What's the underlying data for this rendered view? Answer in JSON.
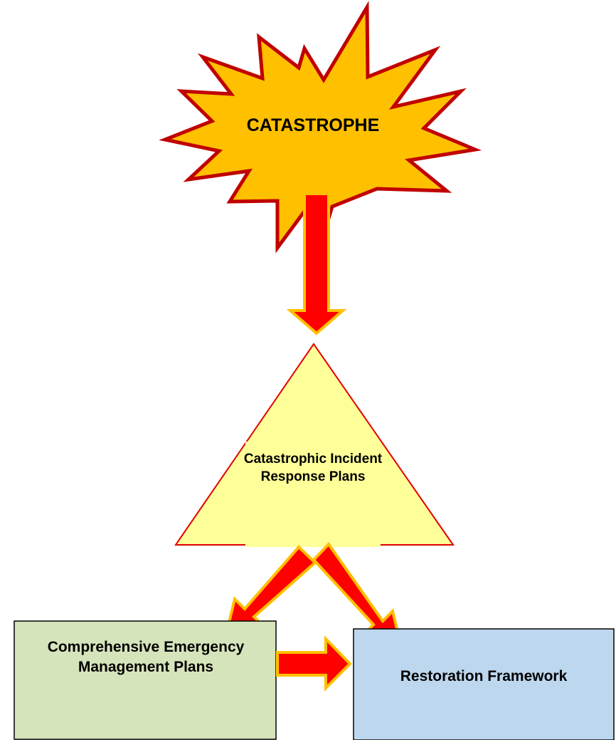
{
  "nodes": {
    "catastrophe": {
      "label": "CATASTROPHE"
    },
    "response_plans": {
      "label": "Catastrophic Incident Response Plans"
    },
    "emergency_plans": {
      "label": "Comprehensive Emergency Management Plans"
    },
    "restoration": {
      "label": "Restoration Framework"
    }
  },
  "edges": [
    {
      "from": "catastrophe",
      "to": "response_plans"
    },
    {
      "from": "response_plans",
      "to": "emergency_plans"
    },
    {
      "from": "response_plans",
      "to": "restoration"
    },
    {
      "from": "emergency_plans",
      "to": "restoration"
    }
  ],
  "colors": {
    "starburst_fill": "#FFC000",
    "starburst_stroke": "#C00000",
    "arrow_fill": "#FF0000",
    "arrow_stroke": "#FFC000",
    "triangle_fill": "#FFFF99",
    "triangle_stroke": "#E00000",
    "green_box_fill": "#D6E4BC",
    "blue_box_fill": "#BDD7EE",
    "box_stroke": "#000000"
  }
}
